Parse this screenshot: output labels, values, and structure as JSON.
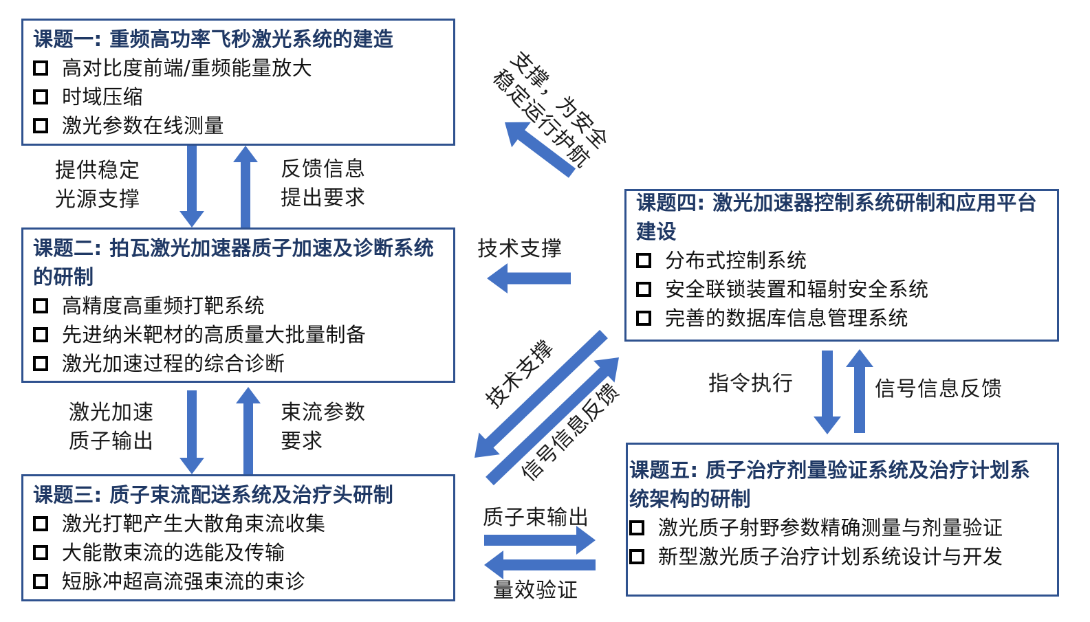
{
  "colors": {
    "arrow": "#4472c4",
    "box_border": "#2f528f",
    "title": "#1f3864",
    "text": "#1a1a1a"
  },
  "boxes": [
    {
      "id": "topic-1",
      "title": "课题一: 重频高功率飞秒激光系统的建造",
      "items": [
        "高对比度前端/重频能量放大",
        "时域压缩",
        "激光参数在线测量"
      ]
    },
    {
      "id": "topic-2",
      "title": "课题二: 拍瓦激光加速器质子加速及诊断系统的研制",
      "items": [
        "高精度高重频打靶系统",
        "先进纳米靶材的高质量大批量制备",
        "激光加速过程的综合诊断"
      ]
    },
    {
      "id": "topic-3",
      "title": "课题三: 质子束流配送系统及治疗头研制",
      "items": [
        "激光打靶产生大散角束流收集",
        "大能散束流的选能及传输",
        "短脉冲超高流强束流的束诊"
      ]
    },
    {
      "id": "topic-4",
      "title": "课题四: 激光加速器控制系统研制和应用平台建设",
      "items": [
        "分布式控制系统",
        "安全联锁装置和辐射安全系统",
        "完善的数据库信息管理系统"
      ]
    },
    {
      "id": "topic-5",
      "title": "课题五: 质子治疗剂量验证系统及治疗计划系统架构的研制",
      "items": [
        "激光质子射野参数精确测量与剂量验证",
        "新型激光质子治疗计划系统设计与开发"
      ]
    }
  ],
  "connectors": {
    "t1_to_t2": "提供稳定\n光源支撑",
    "t2_to_t1": "反馈信息\n提出要求",
    "t2_to_t3": "激光加速\n质子输出",
    "t3_to_t2": "束流参数\n要求",
    "t4_to_t1": "支撑，为安全\n稳定运行护航",
    "t4_to_t2": "技术支撑",
    "t4_to_t3": "技术支撑",
    "t3_to_t4": "信号信息反馈",
    "t4_to_t5": "指令执行",
    "t5_to_t4": "信号信息反馈",
    "t3_to_t5": "质子束输出",
    "t5_to_t3": "量效验证"
  },
  "arrows": [
    {
      "id": "arrow-t1-to-t2",
      "from": "topic-1",
      "to": "topic-2",
      "direction": "down"
    },
    {
      "id": "arrow-t2-to-t1",
      "from": "topic-2",
      "to": "topic-1",
      "direction": "up"
    },
    {
      "id": "arrow-t2-to-t3",
      "from": "topic-2",
      "to": "topic-3",
      "direction": "down"
    },
    {
      "id": "arrow-t3-to-t2",
      "from": "topic-3",
      "to": "topic-2",
      "direction": "up"
    },
    {
      "id": "arrow-t4-to-t1",
      "from": "topic-4",
      "to": "topic-1",
      "direction": "up-left"
    },
    {
      "id": "arrow-t4-to-t2",
      "from": "topic-4",
      "to": "topic-2",
      "direction": "left"
    },
    {
      "id": "arrow-t4-to-t3",
      "from": "topic-4",
      "to": "topic-3",
      "direction": "down-left"
    },
    {
      "id": "arrow-t3-to-t4",
      "from": "topic-3",
      "to": "topic-4",
      "direction": "up-right"
    },
    {
      "id": "arrow-t4-to-t5",
      "from": "topic-4",
      "to": "topic-5",
      "direction": "down"
    },
    {
      "id": "arrow-t5-to-t4",
      "from": "topic-5",
      "to": "topic-4",
      "direction": "up"
    },
    {
      "id": "arrow-t3-to-t5",
      "from": "topic-3",
      "to": "topic-5",
      "direction": "right"
    },
    {
      "id": "arrow-t5-to-t3",
      "from": "topic-5",
      "to": "topic-3",
      "direction": "left"
    }
  ]
}
